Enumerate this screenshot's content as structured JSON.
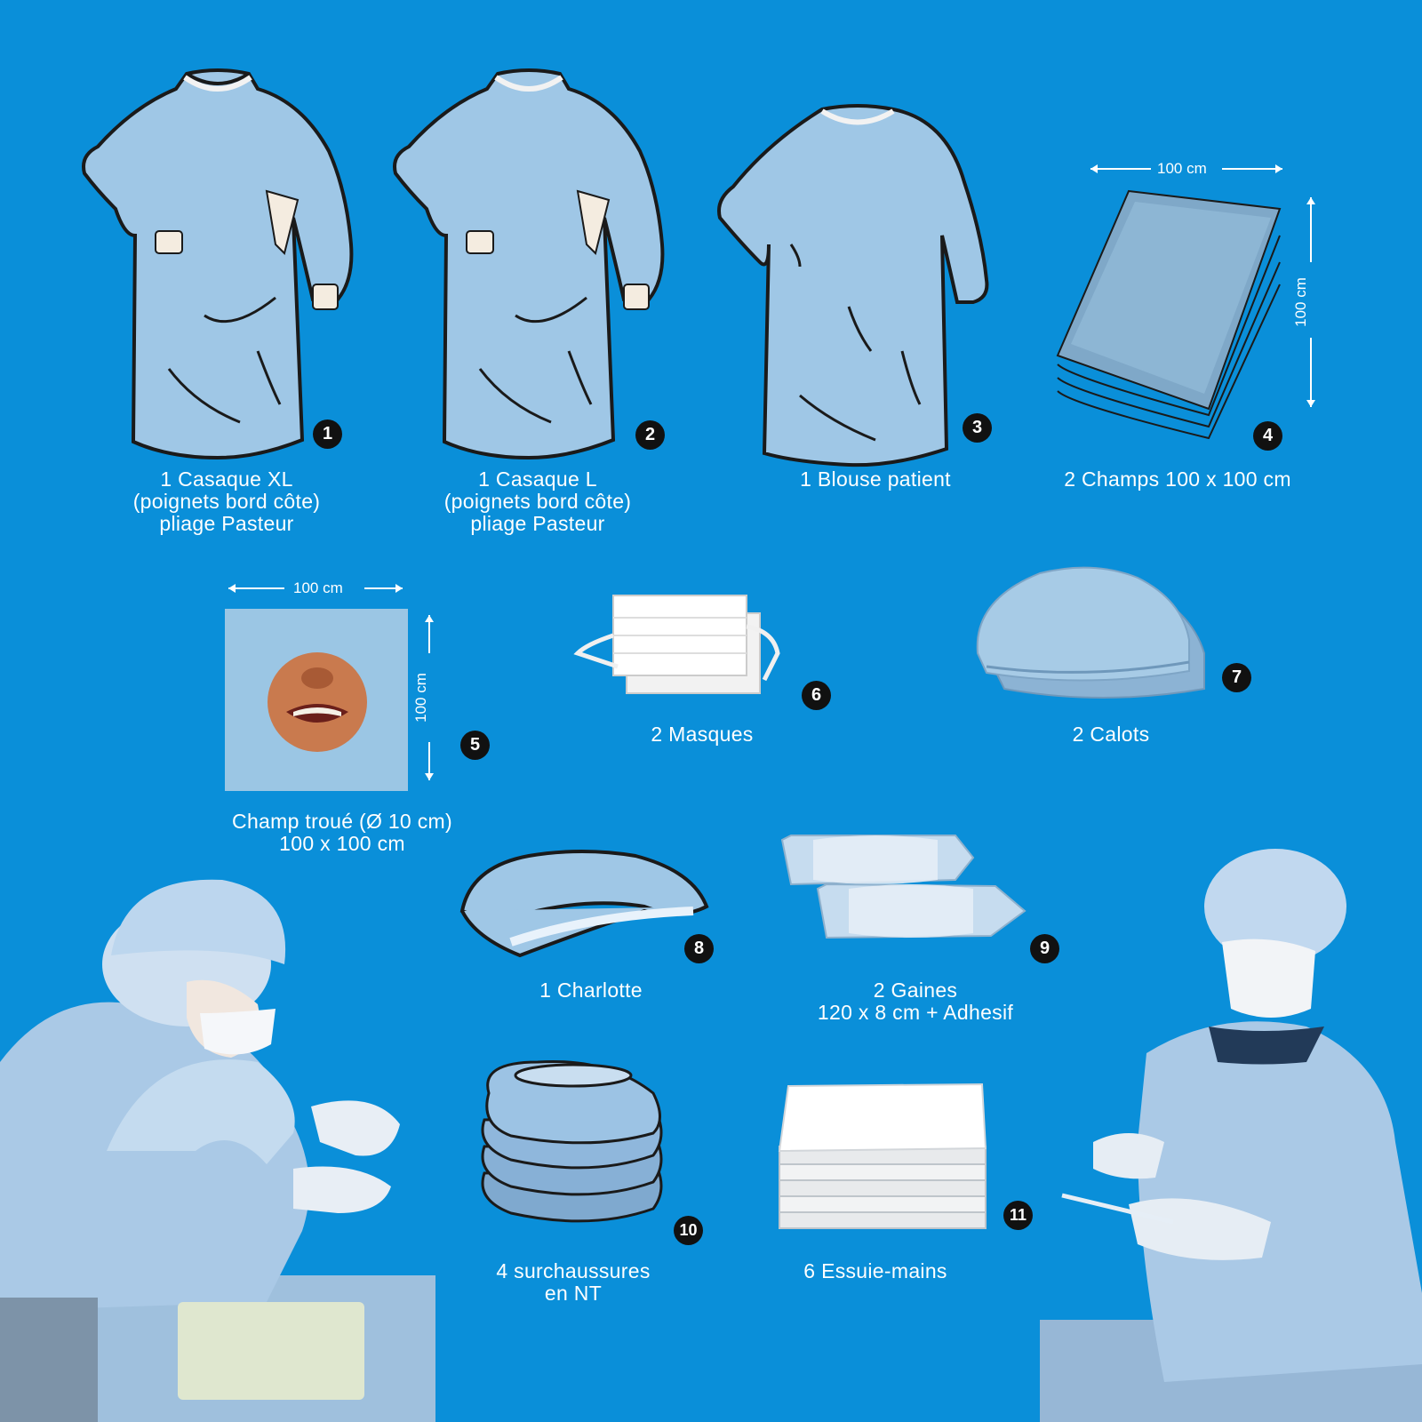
{
  "colors": {
    "background": "#0a8fd9",
    "gown_fill": "#9fc7e6",
    "outline": "#1a1a1a",
    "badge": "#111111",
    "text": "#ffffff"
  },
  "items": [
    {
      "number": "1",
      "lines": [
        "1 Casaque XL",
        "(poignets bord côte)",
        "pliage Pasteur"
      ],
      "icon": "surgical-gown-icon"
    },
    {
      "number": "2",
      "lines": [
        "1 Casaque L",
        "(poignets bord côte)",
        "pliage Pasteur"
      ],
      "icon": "surgical-gown-icon"
    },
    {
      "number": "3",
      "lines": [
        "1 Blouse patient"
      ],
      "icon": "patient-gown-icon"
    },
    {
      "number": "4",
      "lines": [
        "2 Champs 100 x 100 cm"
      ],
      "icon": "folded-drapes-icon"
    },
    {
      "number": "5",
      "lines": [
        "Champ troué (Ø 10 cm)",
        "100 x 100 cm"
      ],
      "icon": "fenestrated-drape-icon"
    },
    {
      "number": "6",
      "lines": [
        "2 Masques"
      ],
      "icon": "face-masks-icon"
    },
    {
      "number": "7",
      "lines": [
        "2 Calots"
      ],
      "icon": "surgical-caps-icon"
    },
    {
      "number": "8",
      "lines": [
        "1 Charlotte"
      ],
      "icon": "bouffant-cap-icon"
    },
    {
      "number": "9",
      "lines": [
        "2 Gaines",
        "120 x 8 cm + Adhesif"
      ],
      "icon": "sleeves-icon"
    },
    {
      "number": "10",
      "lines": [
        "4 surchaussures",
        "en NT"
      ],
      "icon": "shoe-covers-icon"
    },
    {
      "number": "11",
      "lines": [
        "6 Essuie-mains"
      ],
      "icon": "hand-towels-icon"
    }
  ],
  "dimensions": {
    "drape_width": "100 cm",
    "drape_height": "100 cm",
    "fenestrated_width": "100 cm",
    "fenestrated_height": "100 cm"
  }
}
